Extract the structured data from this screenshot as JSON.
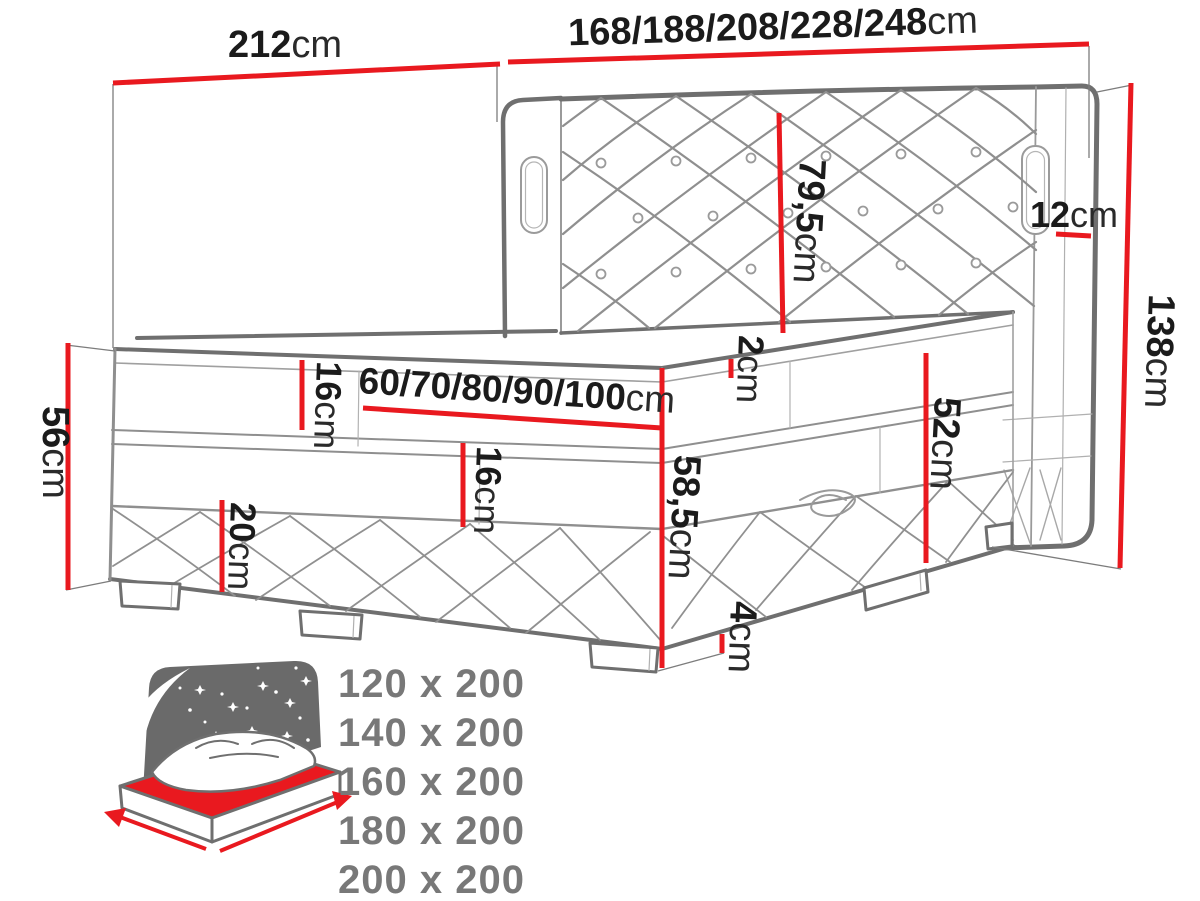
{
  "diagram": {
    "title_hint": "boxspring-bed-dimension-diagram",
    "dimensions": {
      "headboard_width": {
        "value": "212",
        "unit": "cm"
      },
      "bed_lengths": {
        "value": "168/188/208/228/248",
        "unit": "cm"
      },
      "headboard_height": {
        "value": "79,5",
        "unit": "cm"
      },
      "wing_depth": {
        "value": "12",
        "unit": "cm"
      },
      "total_height": {
        "value": "138",
        "unit": "cm"
      },
      "left_height": {
        "value": "56",
        "unit": "cm"
      },
      "mattress_top_thickness": {
        "value": "16",
        "unit": "cm"
      },
      "mattress_widths": {
        "value": "60/70/80/90/100",
        "unit": "cm"
      },
      "mattress_bottom_thickness": {
        "value": "16",
        "unit": "cm"
      },
      "topper_thickness": {
        "value": "2",
        "unit": "cm"
      },
      "side_height": {
        "value": "58,5",
        "unit": "cm"
      },
      "base_side_height": {
        "value": "52",
        "unit": "cm"
      },
      "base_front_height": {
        "value": "20",
        "unit": "cm"
      },
      "leg_height": {
        "value": "4",
        "unit": "cm"
      }
    },
    "available_sizes": [
      "120 x 200",
      "140 x 200",
      "160 x 200",
      "180 x 200",
      "200 x 200"
    ],
    "colors": {
      "dimension_red": "#e9191f",
      "outline_gray": "#6f6f6f",
      "text_dark": "#1b1b1b",
      "sizes_gray": "#787878"
    }
  }
}
